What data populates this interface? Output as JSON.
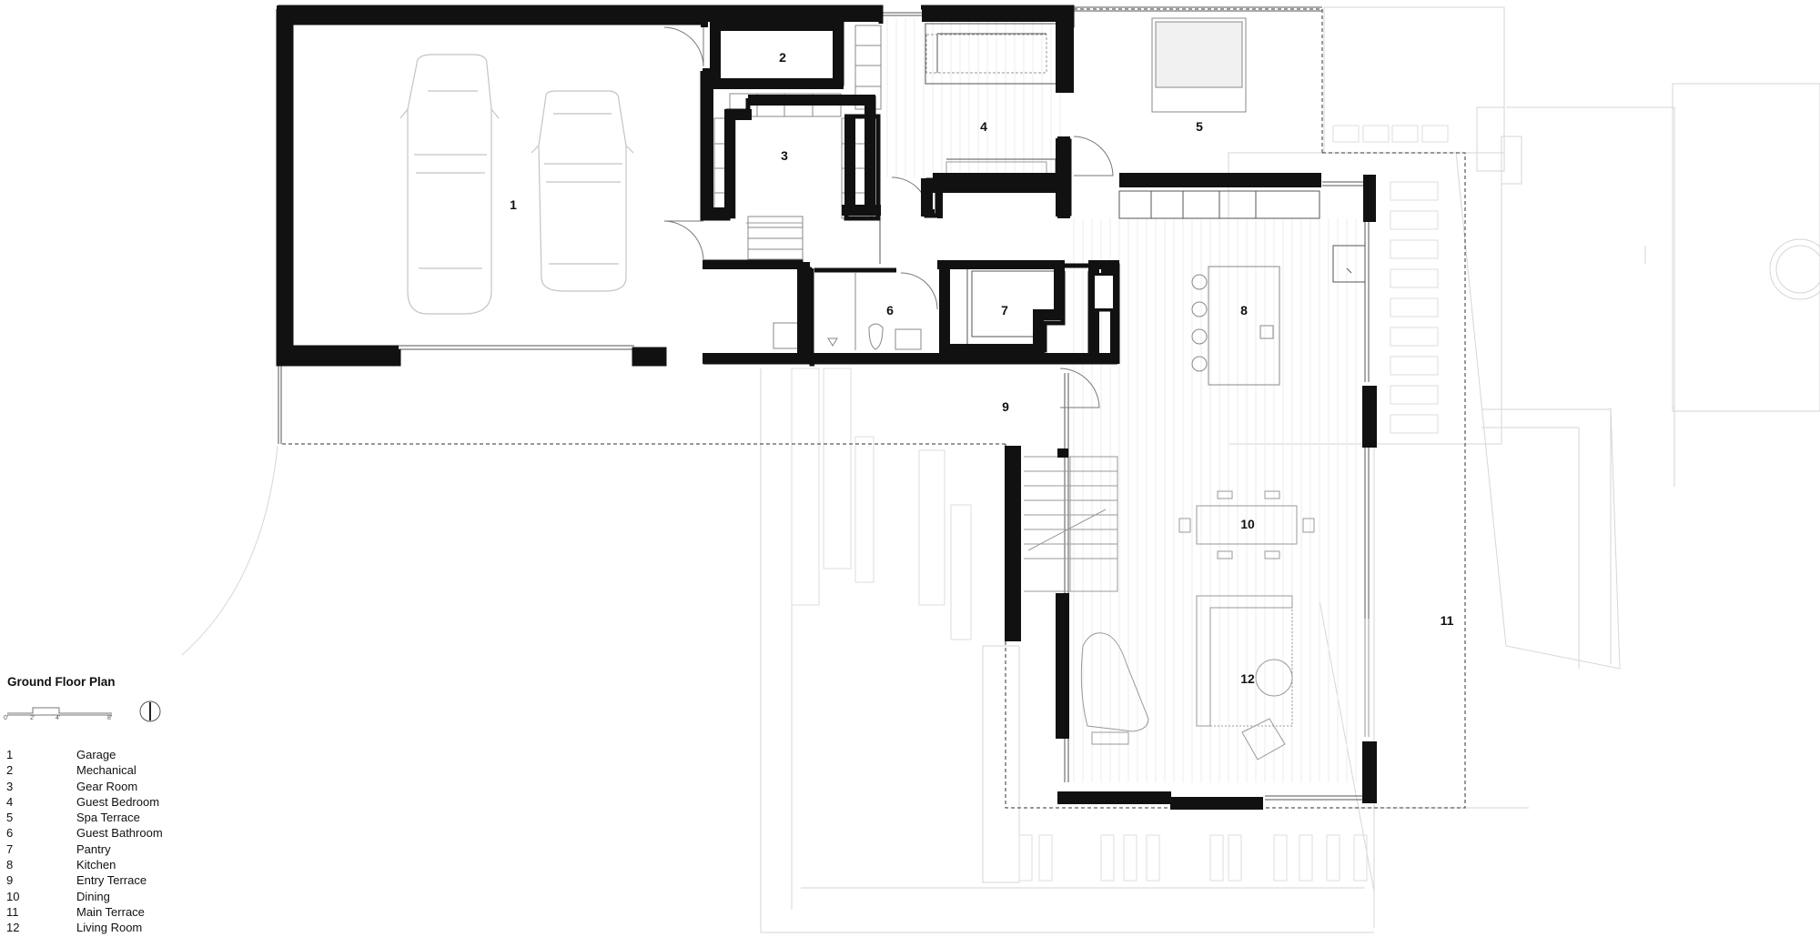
{
  "plan_title": "Ground Floor Plan",
  "scale_ticks": [
    "0'",
    "2'",
    "4'",
    "8'"
  ],
  "legend": [
    {
      "num": "1",
      "name": "Garage"
    },
    {
      "num": "2",
      "name": "Mechanical"
    },
    {
      "num": "3",
      "name": "Gear Room"
    },
    {
      "num": "4",
      "name": "Guest Bedroom"
    },
    {
      "num": "5",
      "name": "Spa Terrace"
    },
    {
      "num": "6",
      "name": "Guest Bathroom"
    },
    {
      "num": "7",
      "name": "Pantry"
    },
    {
      "num": "8",
      "name": "Kitchen"
    },
    {
      "num": "9",
      "name": "Entry Terrace"
    },
    {
      "num": "10",
      "name": "Dining"
    },
    {
      "num": "11",
      "name": "Main Terrace"
    },
    {
      "num": "12",
      "name": "Living Room"
    }
  ],
  "colors": {
    "wall": "#111111",
    "faint": "#cfcfcf",
    "furniture": "#9a9a9a"
  },
  "icons": {
    "north_arrow": "north-arrow-icon"
  }
}
